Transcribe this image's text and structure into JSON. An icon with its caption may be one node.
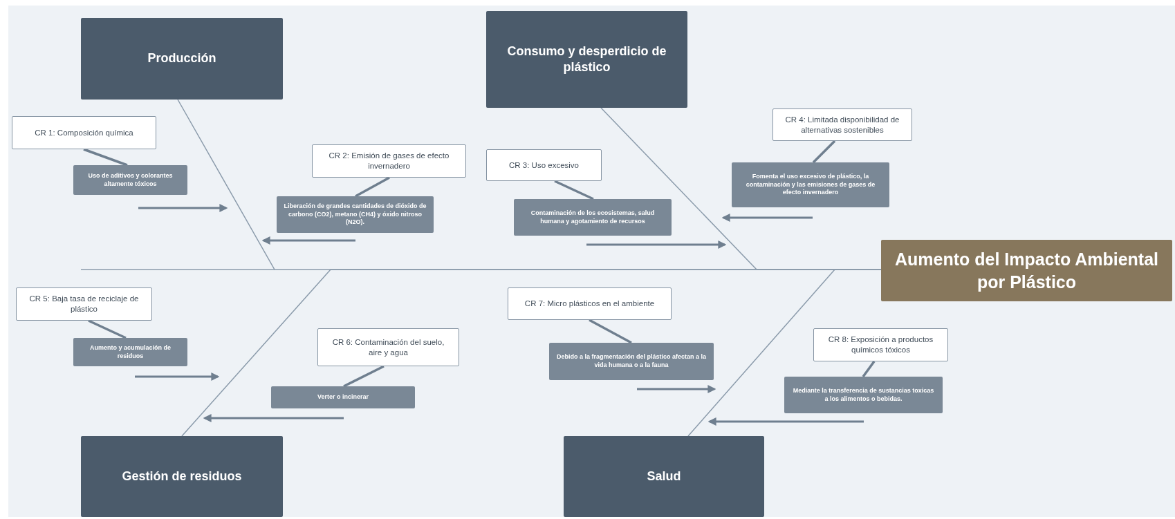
{
  "diagram": {
    "nodes": [
      {
        "text": [
          "Producción"
        ]
      },
      {
        "text": [
          "Consumo y desperdicio de plástico"
        ]
      },
      {
        "text": [
          "Gestión de residuos"
        ]
      },
      {
        "text": [
          "Salud"
        ]
      },
      {
        "text": [
          "Aumento del Impacto Ambiental por Plástico"
        ]
      },
      {
        "text": [
          "CR 1: Composición química"
        ]
      },
      {
        "text": [
          "Uso de aditivos y colorantes altamente tóxicos"
        ]
      },
      {
        "text": [
          "CR 2: Emisión de gases de efecto invernadero"
        ]
      },
      {
        "text": [
          "Liberación de grandes cantidades de dióxido de carbono (CO2), metano (CH4) y óxido nitroso (N2O)."
        ]
      },
      {
        "text": [
          "CR 3: Uso excesivo"
        ]
      },
      {
        "text": [
          "Contaminación de los ecosistemas, salud humana y agotamiento de recursos"
        ]
      },
      {
        "text": [
          "CR 4: Limitada disponibilidad de alternativas sostenibles"
        ]
      },
      {
        "text": [
          "Fomenta el uso excesivo de plástico, la contaminación y las emisiones de gases de efecto invernadero"
        ]
      },
      {
        "text": [
          "CR 5: Baja tasa de reciclaje de plástico"
        ]
      },
      {
        "text": [
          "Aumento y acumulación de residuos"
        ]
      },
      {
        "text": [
          "CR 6: Contaminación del suelo, aire y agua"
        ]
      },
      {
        "text": [
          "Verter o incinerar"
        ]
      },
      {
        "text": [
          "CR 7:  Micro plásticos en el ambiente"
        ]
      },
      {
        "text": [
          "Debido a la fragmentación del plástico afectan a la vida humana o a la fauna"
        ]
      },
      {
        "text": [
          "CR 8: Exposición a productos químicos tóxicos"
        ]
      },
      {
        "text": [
          "Mediante la transferencia de sustancias toxicas a los alimentos o bebidas."
        ]
      }
    ],
    "edges": [
      {
        "from": 0,
        "to": 4,
        "arrow": "none"
      },
      {
        "from": 1,
        "to": 4,
        "arrow": "none"
      },
      {
        "from": 2,
        "to": 4,
        "arrow": "none"
      },
      {
        "from": 3,
        "to": 4,
        "arrow": "none"
      },
      {
        "from": 5,
        "to": 6,
        "arrow": "none"
      },
      {
        "from": 7,
        "to": 8,
        "arrow": "none"
      },
      {
        "from": 9,
        "to": 10,
        "arrow": "none"
      },
      {
        "from": 11,
        "to": 12,
        "arrow": "none"
      },
      {
        "from": 13,
        "to": 14,
        "arrow": "none"
      },
      {
        "from": 15,
        "to": 16,
        "arrow": "none"
      },
      {
        "from": 17,
        "to": 18,
        "arrow": "none"
      },
      {
        "from": 19,
        "to": 20,
        "arrow": "none"
      }
    ]
  }
}
